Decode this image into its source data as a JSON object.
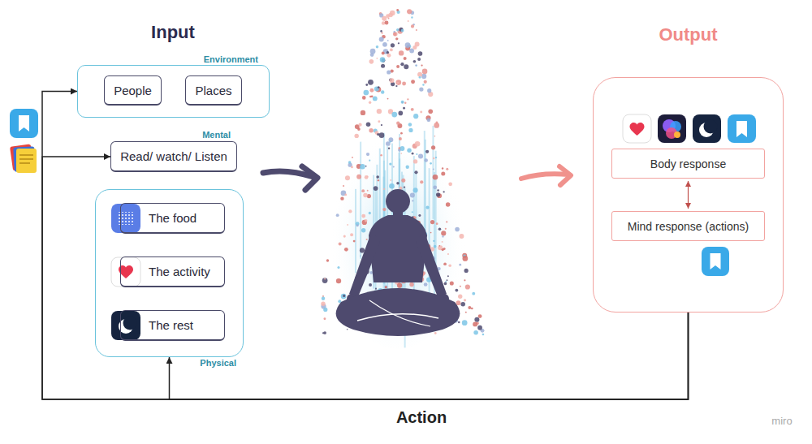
{
  "diagram": {
    "nodes": [
      {
        "text": [
          "Environment"
        ]
      },
      {
        "text": [
          "People"
        ],
        "in": 0
      },
      {
        "text": [
          "Places"
        ],
        "in": 0
      },
      {
        "text": [
          "Mental",
          "Read/ watch/ Listen"
        ]
      },
      {
        "text": [
          "Physical"
        ]
      },
      {
        "text": [
          "The food"
        ],
        "in": 4
      },
      {
        "text": [
          "The activity"
        ],
        "in": 4
      },
      {
        "text": [
          "The rest"
        ],
        "in": 4
      },
      {
        "text": [
          "Output"
        ]
      },
      {
        "text": [
          "Body response"
        ],
        "in": 8
      },
      {
        "text": [
          "Mind response (actions)"
        ],
        "in": 8
      }
    ],
    "edges": [
      {
        "from": 8,
        "to": 0,
        "arrow": "to"
      },
      {
        "from": 8,
        "to": 3,
        "arrow": "to"
      },
      {
        "from": 8,
        "to": 4,
        "arrow": "to"
      },
      {
        "from": 9,
        "to": 10,
        "arrow": "both"
      }
    ],
    "labels": [
      "Input",
      "Action",
      "miro"
    ]
  }
}
